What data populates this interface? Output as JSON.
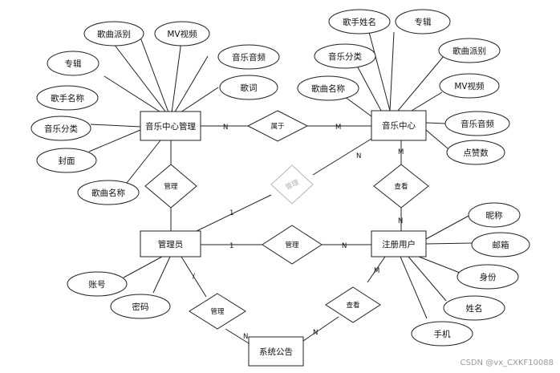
{
  "entities": {
    "music_mgmt": "音乐中心管理",
    "music_center": "音乐中心",
    "admin": "管理员",
    "user": "注册用户",
    "notice": "系统公告"
  },
  "relationships": {
    "belongs": "属于",
    "manage_music": "管理",
    "manage_center": "管理",
    "view_music": "查看",
    "manage_user": "管理",
    "manage_notice": "管理",
    "view_notice": "查看"
  },
  "attributes": {
    "mgmt_genre": "歌曲派别",
    "mgmt_mv": "MV视频",
    "mgmt_album": "专辑",
    "mgmt_audio": "音乐音频",
    "mgmt_singer": "歌手名称",
    "mgmt_lyrics": "歌词",
    "mgmt_category": "音乐分类",
    "mgmt_cover": "封面",
    "mgmt_song": "歌曲名称",
    "mc_singer": "歌手姓名",
    "mc_album": "专辑",
    "mc_category": "音乐分类",
    "mc_genre": "歌曲派别",
    "mc_song": "歌曲名称",
    "mc_mv": "MV视频",
    "mc_audio": "音乐音频",
    "mc_likes": "点赞数",
    "user_nickname": "昵称",
    "user_email": "邮箱",
    "user_id": "身份",
    "user_name": "姓名",
    "user_phone": "手机",
    "admin_account": "账号",
    "admin_password": "密码"
  },
  "cardinality": {
    "mgmt_belongs": "N",
    "belongs_center": "M",
    "center_admin": "N",
    "admin_center": "1",
    "center_view": "M",
    "view_user": "N",
    "admin_user_1": "1",
    "user_manage_n": "N",
    "admin_notice_1": "/",
    "notice_manage": "N",
    "notice_view": "N",
    "view_user_m": "M"
  },
  "watermark": "CSDN @vx_CXKF10088"
}
